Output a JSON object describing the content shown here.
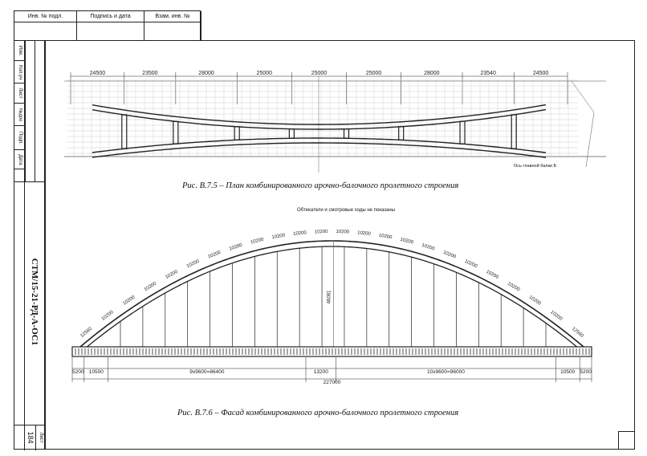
{
  "stamp": {
    "inv_no": "Инв. № подл.",
    "signature_date": "Подпись и дата",
    "vzam_inv": "Взам. инв. №"
  },
  "revision_block": [
    "Изм.",
    "Кол.уч",
    "Лист",
    "№док",
    "Подп.",
    "Дата"
  ],
  "document_code": "СТМ/15-21-РД-А-ОС1",
  "sheet": {
    "label": "Лист",
    "number": "184"
  },
  "figure_plan": {
    "caption": "Рис. В.7.5 – План комбинированного арочно-балочного пролетного строения",
    "dimensions": [
      "24500",
      "23500",
      "28000",
      "25000",
      "25000",
      "25000",
      "28000",
      "23540",
      "24500"
    ],
    "axis_note": "Ось главной балки Б"
  },
  "figure_facade": {
    "caption": "Рис. В.7.6 – Фасад комбинированного арочно-балочного пролетного строения",
    "note": "Обтекатели и смотровые ходы не показаны",
    "arch_segments": [
      "12560",
      "10200",
      "10200",
      "10200",
      "10200",
      "10200",
      "10200",
      "10200",
      "10200",
      "10200",
      "10200",
      "10200",
      "10200",
      "10200",
      "10200",
      "10200",
      "10200",
      "10200",
      "10200",
      "10200",
      "10200",
      "10200",
      "10200",
      "12560"
    ],
    "rise": "46081",
    "bottom_dims": [
      "5200",
      "10500",
      "9х9600=86400",
      "13200",
      "10х9600=96000",
      "10500",
      "5200"
    ],
    "total": "227000"
  },
  "colors": {
    "line": "#222222",
    "grid": "#bbbbbb"
  }
}
